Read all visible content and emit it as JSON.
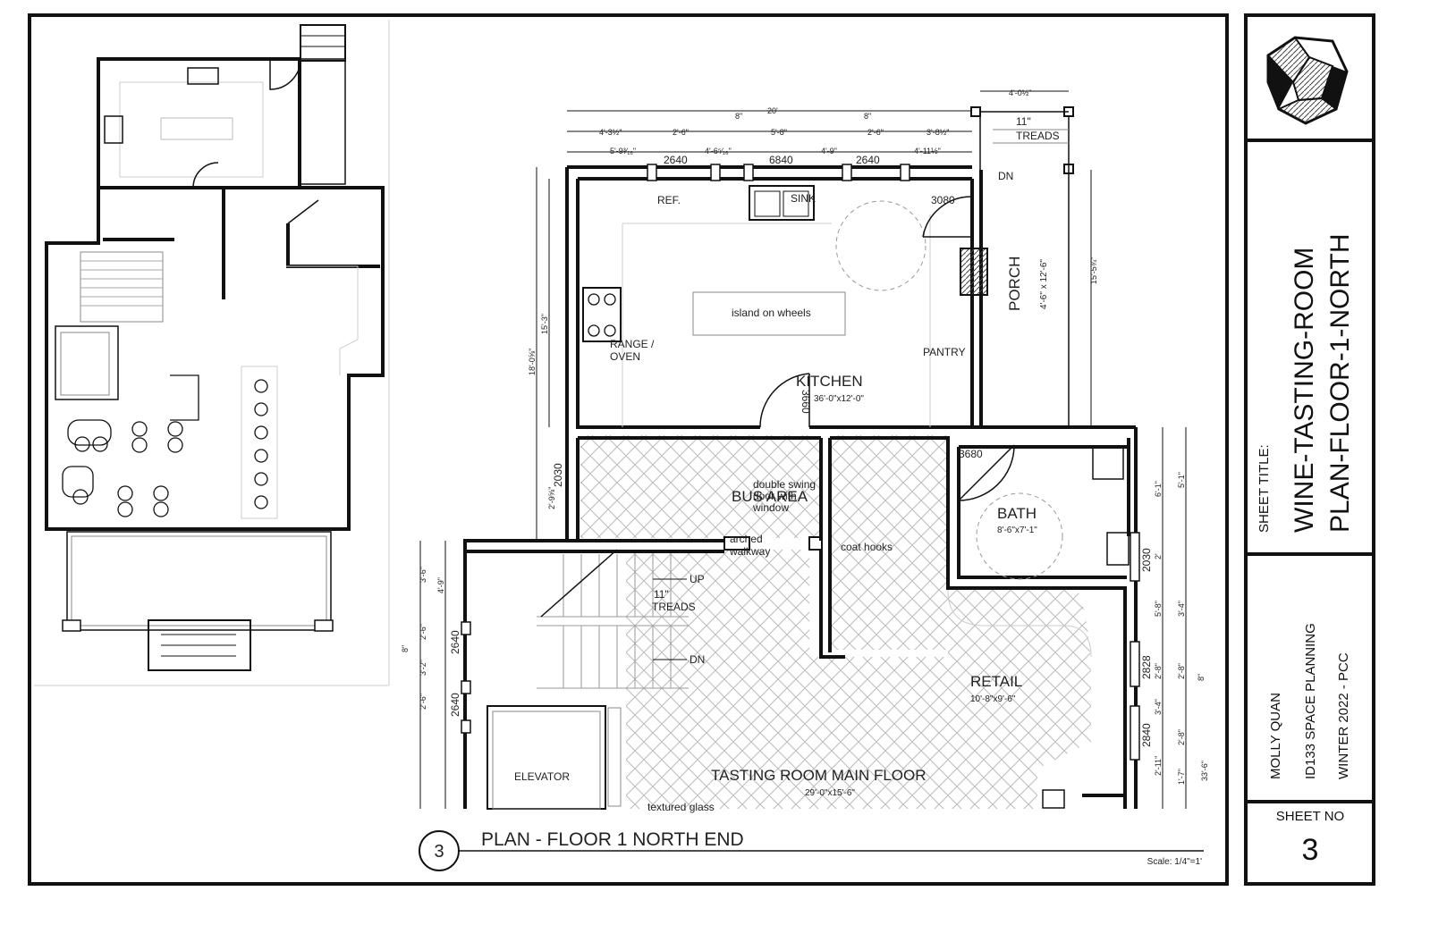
{
  "title_block": {
    "sheet_title_label": "SHEET TITLE:",
    "title_line1": "WINE-TASTING-ROOM",
    "title_line2": "PLAN-FLOOR-1-NORTH",
    "author": "MOLLY QUAN",
    "course": "ID133 SPACE PLANNING",
    "term": "WINTER 2022 - PCC",
    "sheet_no_label": "SHEET NO",
    "sheet_no": "3"
  },
  "drawing": {
    "number": "3",
    "title": "PLAN - FLOOR 1 NORTH END",
    "scale": "Scale: 1/4\"=1'"
  },
  "rooms": {
    "kitchen": "KITCHEN",
    "kitchen_dim": "36'-0\"x12'-0\"",
    "bus_area": "BUS AREA",
    "bath": "BATH",
    "bath_dim": "8'-6\"x7'-1\"",
    "retail": "RETAIL",
    "retail_dim": "10'-8\"x9'-6\"",
    "tasting": "TASTING ROOM MAIN FLOOR",
    "tasting_dim": "29'-0\"x15'-6\"",
    "porch": "PORCH",
    "porch_dim": "4'-6\" x 12'-6\"",
    "elevator": "ELEVATOR",
    "pantry": "PANTRY"
  },
  "labels": {
    "ref": "REF.",
    "sink": "SINK",
    "island": "island on wheels",
    "range1": "RANGE /",
    "range2": "OVEN",
    "double_swing": "double swing",
    "door_with": "door with",
    "window": "window",
    "arched1": "arched",
    "arched2": "walkway",
    "coat_hooks": "coat hooks",
    "up": "UP",
    "dn": "DN",
    "dn_porch": "DN",
    "treads1": "11\"",
    "treads2": "TREADS",
    "treads_porch1": "11\"",
    "treads_porch2": "TREADS",
    "textured": "textured glass"
  },
  "door_tags": {
    "d3080": "3080",
    "d3680a": "3680",
    "d3660": "3660",
    "d3680b": "3680",
    "d2030a": "2030",
    "d2030b": "2030",
    "d2828": "2828",
    "d2840": "2840",
    "d2640a": "2640",
    "d2640b": "2640"
  },
  "window_tags": {
    "w1": "2640",
    "w2": "6840",
    "w3": "2640"
  },
  "dimensions_top": {
    "overall": "20'",
    "porch_top": "4'-0½\"",
    "eight_a": "8\"",
    "eight_b": "8\"",
    "r1": [
      "4'-3½\"",
      "2'-6\"",
      "5'-8\"",
      "2'-6\"",
      "3'-8½\""
    ],
    "r2": [
      "5'-9³⁄₁₆\"",
      "4'-6⁵⁄₁₆\"",
      "4'-9\"",
      "4'-11½\""
    ]
  },
  "dimensions_left": {
    "overall": "18'-0⅝\"",
    "d15_3": "15'-3\"",
    "d2_9": "2'-9⅝\"",
    "lower": [
      "3'-6\"",
      "2'-6\"",
      "3'-2\"",
      "2'-6\""
    ],
    "lower_b": "4'-9\"",
    "eight": "8\""
  },
  "dimensions_right": {
    "porch": "15'-5¾\"",
    "col1": [
      "6'-1\"",
      "2'",
      "5'-8\"",
      "2'-8\"",
      "3'-4\"",
      "2'-11\""
    ],
    "col2": [
      "5'-1\"",
      "3'-4\"",
      "2'-8\"",
      "2'-8\"",
      "1'-7\""
    ],
    "overall": "33'-6\"",
    "eight": "8\""
  }
}
